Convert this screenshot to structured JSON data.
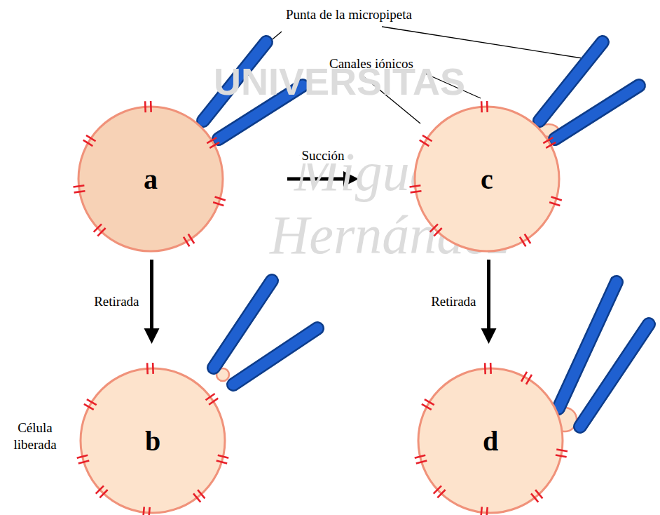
{
  "diagram": {
    "nodes": [
      {
        "text": [
          "a"
        ]
      },
      {
        "text": [
          "c"
        ]
      },
      {
        "text": [
          "b"
        ]
      },
      {
        "text": [
          "d"
        ]
      }
    ],
    "edges": [
      {
        "from": 0,
        "to": 1,
        "label": "Succión",
        "arrow": "to"
      },
      {
        "from": 0,
        "to": 2,
        "label": "Retirada",
        "arrow": "to"
      },
      {
        "from": 1,
        "to": 3,
        "label": "Retirada",
        "arrow": "to"
      }
    ],
    "labels": [
      "Punta de la micropipeta",
      "Canales iónicos",
      "Célula liberada",
      "UNIVERSITAS",
      "Miguel",
      "Hernández"
    ]
  }
}
